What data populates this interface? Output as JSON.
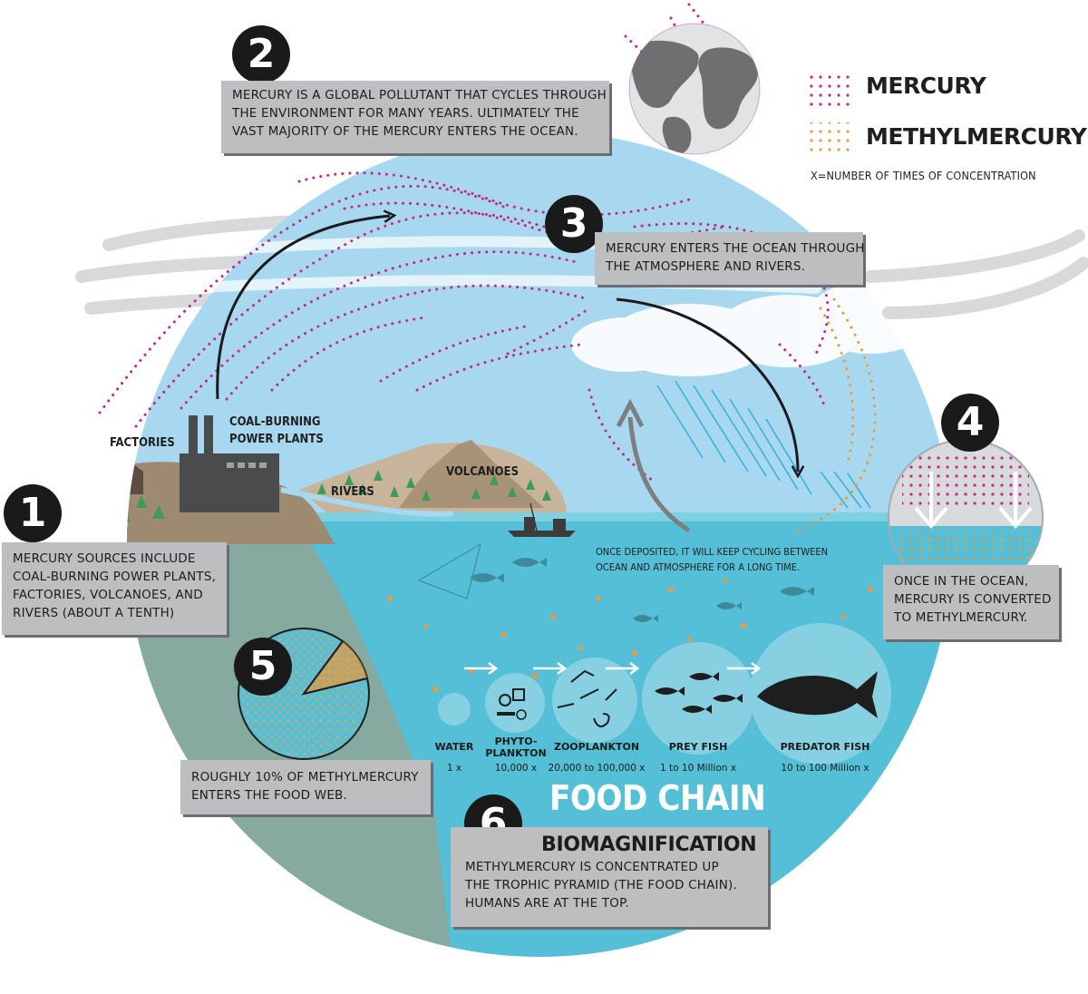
{
  "legend": {
    "mercury": "MERCURY",
    "methylmercury": "METHYLMERCURY",
    "note": "X=NUMBER OF TIMES OF CONCENTRATION",
    "colors": {
      "mercury": "#c4268b",
      "methylmercury": "#ef9a3a"
    }
  },
  "steps": [
    {
      "number": "1",
      "lines": [
        "MERCURY SOURCES INCLUDE",
        "COAL-BURNING POWER PLANTS,",
        "FACTORIES, VOLCANOES, AND",
        "RIVERS (ABOUT A TENTH)"
      ]
    },
    {
      "number": "2",
      "lines": [
        "MERCURY IS A GLOBAL POLLUTANT THAT CYCLES THROUGH",
        "THE ENVIRONMENT FOR MANY YEARS. ULTIMATELY THE",
        "VAST MAJORITY OF THE MERCURY ENTERS THE OCEAN."
      ]
    },
    {
      "number": "3",
      "lines": [
        "MERCURY ENTERS THE OCEAN THROUGH",
        "THE ATMOSPHERE AND RIVERS."
      ]
    },
    {
      "number": "4",
      "lines": [
        "ONCE IN THE OCEAN,",
        "MERCURY IS CONVERTED",
        "TO METHYLMERCURY."
      ]
    },
    {
      "number": "5",
      "lines": [
        "ROUGHLY 10% OF METHYLMERCURY",
        "ENTERS THE FOOD WEB."
      ]
    },
    {
      "number": "6",
      "heading": "BIOMAGNIFICATION",
      "lines": [
        "METHYLMERCURY IS CONCENTRATED UP",
        "THE TROPHIC PYRAMID (THE FOOD CHAIN).",
        "HUMANS ARE AT THE TOP."
      ]
    }
  ],
  "labels": {
    "factories": "FACTORIES",
    "coal_line1": "COAL-BURNING",
    "coal_line2": "POWER PLANTS",
    "rivers": "RIVERS",
    "volcanoes": "VOLCANOES",
    "cycling_line1": "ONCE DEPOSITED, IT WILL KEEP CYCLING BETWEEN",
    "cycling_line2": "OCEAN AND ATMOSPHERE FOR A LONG TIME."
  },
  "food_chain": {
    "title": "FOOD CHAIN",
    "levels": [
      {
        "name": "WATER",
        "value": "1 x"
      },
      {
        "name_line1": "PHYTO-",
        "name_line2": "PLANKTON",
        "value": "10,000 x"
      },
      {
        "name": "ZOOPLANKTON",
        "value": "20,000 to 100,000 x"
      },
      {
        "name": "PREY FISH",
        "value": "1 to 10 Million x"
      },
      {
        "name": "PREDATOR FISH",
        "value": "10 to 100 Million x"
      }
    ]
  }
}
